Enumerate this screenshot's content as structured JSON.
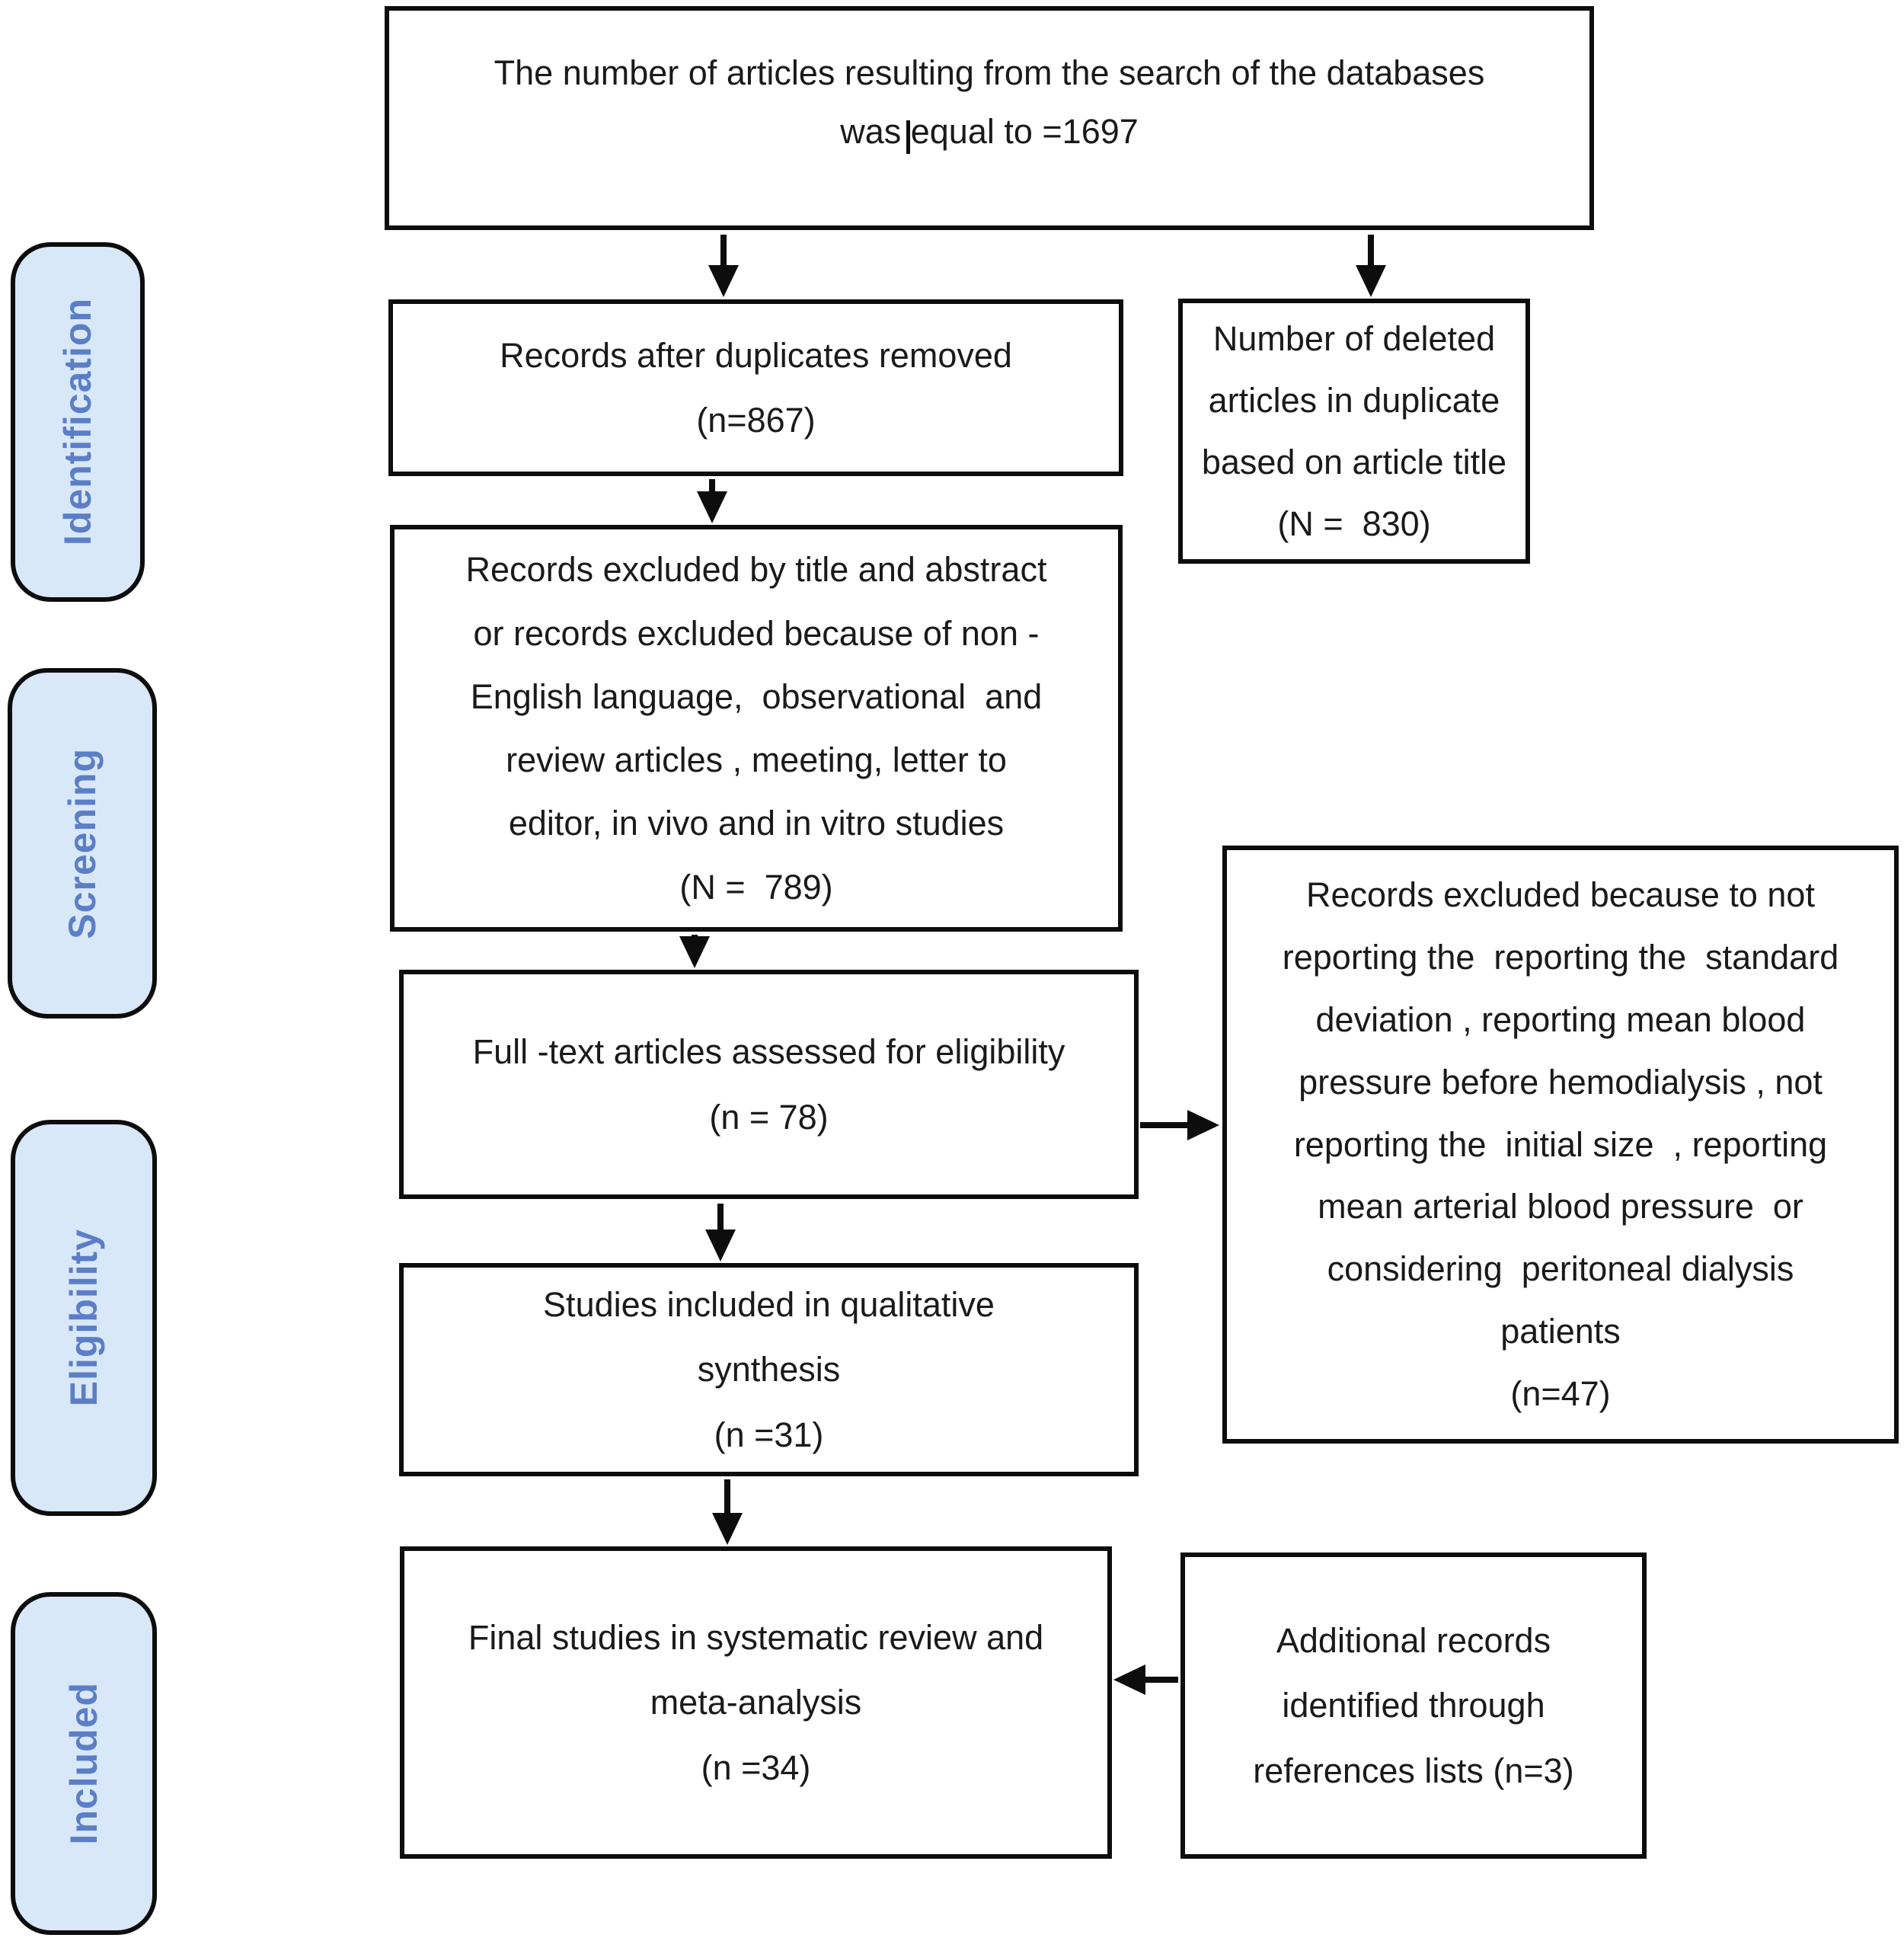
{
  "title": "PRISMA flow diagram of study selection",
  "colors": {
    "stage_fill": "#d9e8f8",
    "stage_text": "#5b7ec7",
    "box_border": "#0d0d0d",
    "text": "#1a1a1a",
    "background": "#ffffff"
  },
  "stages": [
    {
      "label": "Identification"
    },
    {
      "label": "Screening"
    },
    {
      "label": "Eligibility"
    },
    {
      "label": "Included"
    }
  ],
  "boxes": {
    "search": {
      "lines": [
        "The number of articles resulting from the search of the databases",
        "was equal to =1697"
      ]
    },
    "duplicates_removed": {
      "lines": [
        "Records after duplicates removed",
        "(n=867)"
      ]
    },
    "deleted_duplicates": {
      "lines": [
        "Number of deleted",
        "articles in duplicate",
        "based on article title",
        "(N =  830)"
      ]
    },
    "excluded_screening": {
      "lines": [
        "Records excluded by title and abstract",
        "or records excluded because of non -",
        "English language,  observational  and",
        "review articles , meeting, letter to",
        "editor, in vivo and in vitro studies",
        "(N =  789)"
      ]
    },
    "fulltext": {
      "lines": [
        "Full -text articles assessed for eligibility",
        "(n = 78)"
      ]
    },
    "excluded_eligibility": {
      "lines": [
        "Records excluded because to not",
        "reporting the  reporting the  standard",
        "deviation , reporting mean blood",
        "pressure before hemodialysis , not",
        "reporting the  initial size  , reporting",
        "mean arterial blood pressure  or",
        "considering  peritoneal dialysis",
        "patients",
        "(n=47)"
      ]
    },
    "qualitative": {
      "lines": [
        "Studies included in qualitative",
        "synthesis",
        "(n =31)"
      ]
    },
    "final": {
      "lines": [
        "Final studies in systematic review and",
        "meta-analysis",
        "(n =34)"
      ]
    },
    "additional": {
      "lines": [
        "Additional records",
        "identified through",
        "references lists (n=3)"
      ]
    }
  }
}
